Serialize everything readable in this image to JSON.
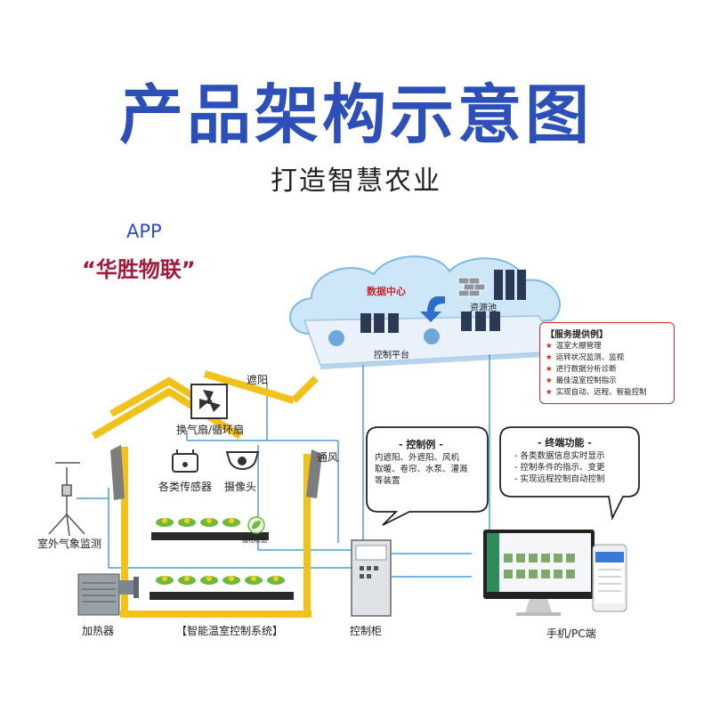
{
  "header": {
    "title": "产品架构示意图",
    "subtitle": "打造智慧农业"
  },
  "app": {
    "label": "APP",
    "name": "“华胜物联”"
  },
  "cloud": {
    "data_center": "数据中心",
    "resource_pool": "资源池",
    "control_platform": "控制平台"
  },
  "services": {
    "title": "【服务提供例】",
    "items": [
      "温室大棚管理",
      "运转状况监测、监视",
      "进行数据分析诊断",
      "最佳温室控制指示",
      "实现自动、远程、智能控制"
    ]
  },
  "control_bubble": {
    "title": "- 控制例 -",
    "lines": [
      "内遮阳、外遮阳、风机",
      "取暖、卷帘、水泵、灌溉",
      "等装置"
    ]
  },
  "terminal_bubble": {
    "title": "- 终端功能 -",
    "lines": [
      "- 各类数据信息实时显示",
      "- 控制条件的指示、变更",
      "- 实现远程控制自动控制"
    ]
  },
  "labels": {
    "shading": "遮阳",
    "fan": "换气扇/循环扇",
    "ventilation": "通风",
    "sensors": "各类传感器",
    "camera": "摄像头",
    "weather": "室外气象监测",
    "plant_status": "植物状态",
    "heater": "加热器",
    "system": "【智能温室控制系统】",
    "cabinet": "控制柜",
    "terminal": "手机/PC端"
  },
  "colors": {
    "title_blue": "#2c4fb8",
    "app_red": "#a01a3c",
    "house_yellow": "#f2c21c",
    "line_blue": "#4a9fd8",
    "service_border": "#c9322f"
  }
}
